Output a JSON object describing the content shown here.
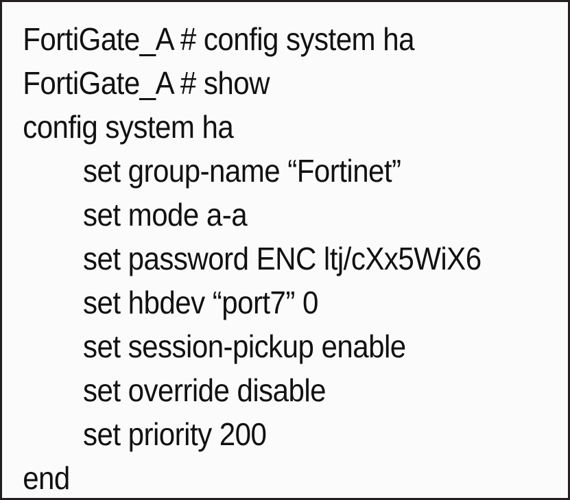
{
  "window": {
    "kind": "cli-transcript",
    "background_color": "#fbfbfb",
    "border_color": "#231f20",
    "text_color": "#111111"
  },
  "terminal": {
    "hostname": "FortiGate_A",
    "prompt_symbol": "#",
    "lines": [
      {
        "indent": 0,
        "text": "FortiGate_A # config system ha"
      },
      {
        "indent": 0,
        "text": "FortiGate_A # show"
      },
      {
        "indent": 0,
        "text": "config system ha"
      },
      {
        "indent": 1,
        "text": "set group-name “Fortinet”"
      },
      {
        "indent": 1,
        "text": "set mode a-a"
      },
      {
        "indent": 1,
        "text": "set password ENC ltj/cXx5WiX6"
      },
      {
        "indent": 1,
        "text": "set hbdev “port7” 0"
      },
      {
        "indent": 1,
        "text": "set session-pickup enable"
      },
      {
        "indent": 1,
        "text": "set override disable"
      },
      {
        "indent": 1,
        "text": "set priority 200"
      },
      {
        "indent": 0,
        "text": "end"
      }
    ],
    "settings": {
      "group_name": "Fortinet",
      "mode": "a-a",
      "password_enc": "ltj/cXx5WiX6",
      "hbdev": "port7",
      "hbdev_priority": "0",
      "session_pickup": "enable",
      "override": "disable",
      "priority": "200"
    }
  }
}
